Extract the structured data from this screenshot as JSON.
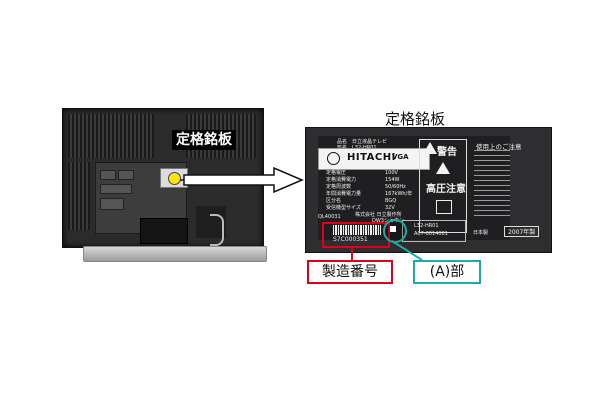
{
  "left_tag": "定格銘板",
  "right_title": "定格銘板",
  "plate": {
    "product_name_label": "品名",
    "product_name": "日立液晶テレビ",
    "model_label": "形名",
    "model": "L32-HR01",
    "brand": "HITACHI",
    "vga": "VGA",
    "specs": [
      {
        "label": "定格電圧",
        "value": "100V"
      },
      {
        "label": "定格消費電力",
        "value": "154W"
      },
      {
        "label": "定格周波数",
        "value": "50/60Hz"
      },
      {
        "label": "年間消費電力量",
        "value": "167kWh/年"
      },
      {
        "label": "区分名",
        "value": "BGQ"
      },
      {
        "label": "受信機型サイズ",
        "value": "32V"
      }
    ],
    "maker": "株式会社 日立製作所",
    "code_left": "QL40031",
    "code_right": "DW3ショウン",
    "warning": "警告",
    "caution": "高圧注意",
    "usage_title": "使用上のご注意",
    "serial": "S7C000351",
    "small_model": "L32-HR01",
    "small_code": "A07-0014001",
    "origin": "日本製",
    "year": "2007年製"
  },
  "callouts": {
    "serial_label": "製造番号",
    "a_label": "(A)部"
  },
  "colors": {
    "serial_red": "#e10019",
    "a_teal": "#1faaa5",
    "left_dot": "#ffe600"
  }
}
